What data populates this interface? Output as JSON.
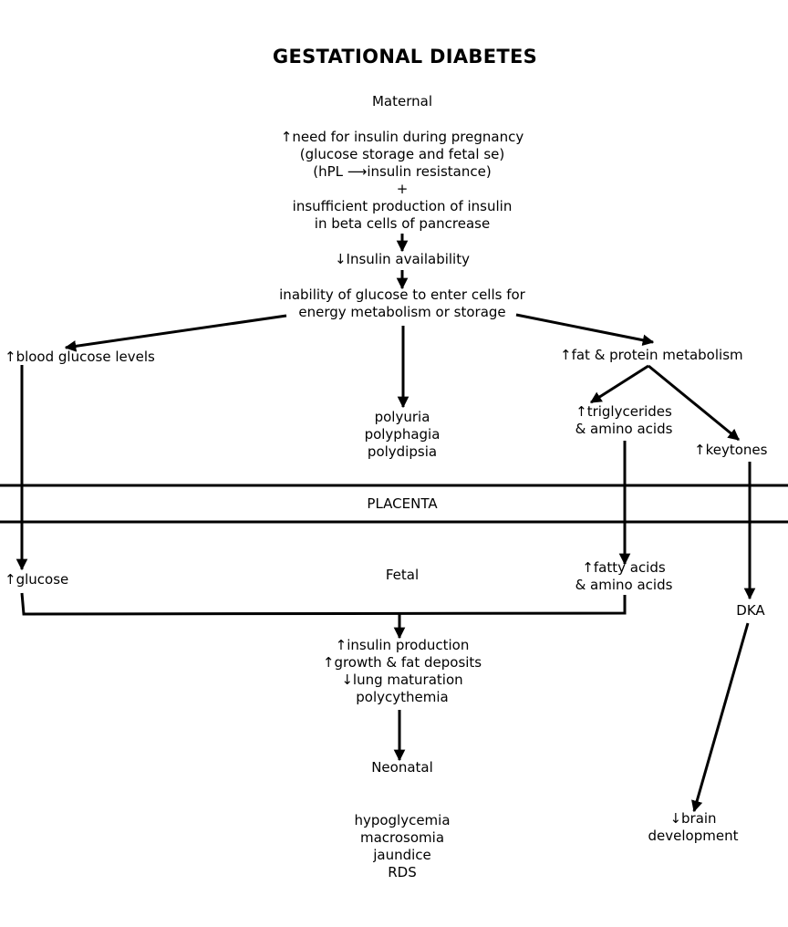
{
  "title": "GESTATIONAL DIABETES",
  "sections": {
    "maternal": "Maternal",
    "placenta": "PLACENTA",
    "fetal": "Fetal",
    "neonatal": "Neonatal"
  },
  "nodes": {
    "cause_line1": "↑need for insulin during pregnancy",
    "cause_line2": "(glucose storage and fetal se)",
    "cause_line3": "(hPL ⟶insulin resistance)",
    "cause_plus": "+",
    "cause_line4": "insufficient production of insulin",
    "cause_line5": "in beta cells of pancrease",
    "insulin_availability": "↓Insulin availability",
    "inability_line1": "inability of glucose to enter cells for",
    "inability_line2": "energy metabolism or storage",
    "blood_glucose": "↑blood glucose levels",
    "fat_protein": "↑fat & protein metabolism",
    "symptoms": [
      "polyuria",
      "polyphagia",
      "polydipsia"
    ],
    "triglycerides_line1": "↑triglycerides",
    "triglycerides_line2": "& amino acids",
    "keytones": "↑keytones",
    "fetal_glucose": "↑glucose",
    "fatty_acids_line1": "↑fatty acids",
    "fatty_acids_line2": "& amino acids",
    "dka": "DKA",
    "fetal_effects": [
      "↑insulin production",
      "↑growth & fat deposits",
      "↓lung maturation",
      "polycythemia"
    ],
    "neonatal_effects": [
      "hypoglycemia",
      "macrosomia",
      "jaundice",
      "RDS"
    ],
    "brain_line1": "↓brain",
    "brain_line2": "development"
  },
  "colors": {
    "line": "#000000",
    "text": "#000000",
    "background": "#ffffff"
  }
}
